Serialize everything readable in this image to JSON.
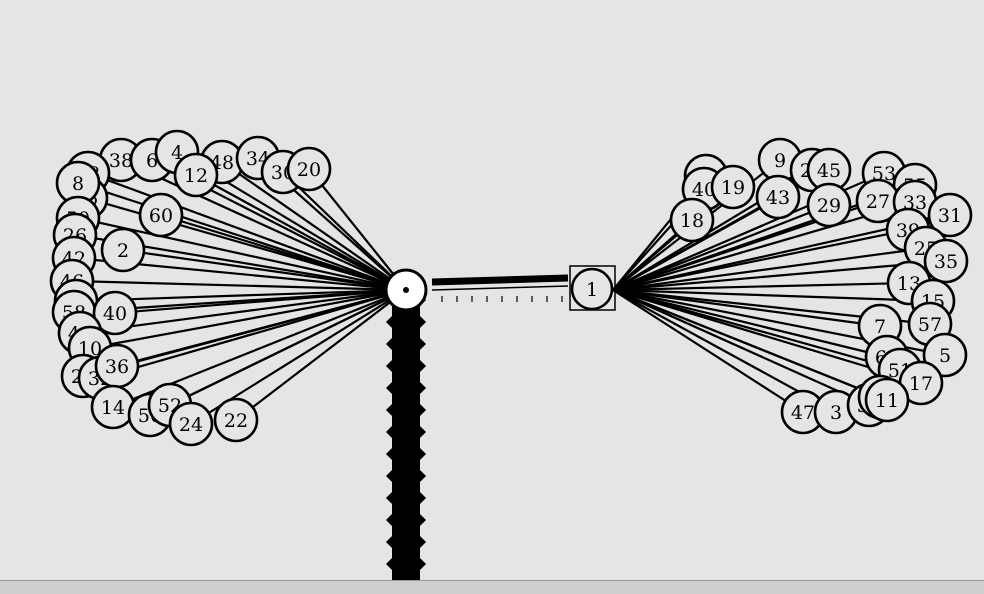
{
  "graph": {
    "hubs": [
      {
        "id": "left-hub",
        "label": ""
      },
      {
        "id": "right-hub",
        "label": "1"
      }
    ],
    "left_nodes": [
      "38",
      "6",
      "4",
      "48",
      "34",
      "30",
      "20",
      "18",
      "16",
      "12",
      "8",
      "50",
      "60",
      "26",
      "2",
      "42",
      "46",
      "54",
      "58",
      "40",
      "44",
      "10",
      "28",
      "32",
      "36",
      "14",
      "56",
      "52",
      "24",
      "22"
    ],
    "right_nodes": [
      "9",
      "21",
      "45",
      "53",
      "55",
      "23",
      "40",
      "19",
      "43",
      "29",
      "27",
      "33",
      "31",
      "18",
      "39",
      "25",
      "35",
      "13",
      "15",
      "57",
      "7",
      "5",
      "61",
      "51",
      "17",
      "47",
      "3",
      "37",
      "2",
      "11"
    ]
  }
}
